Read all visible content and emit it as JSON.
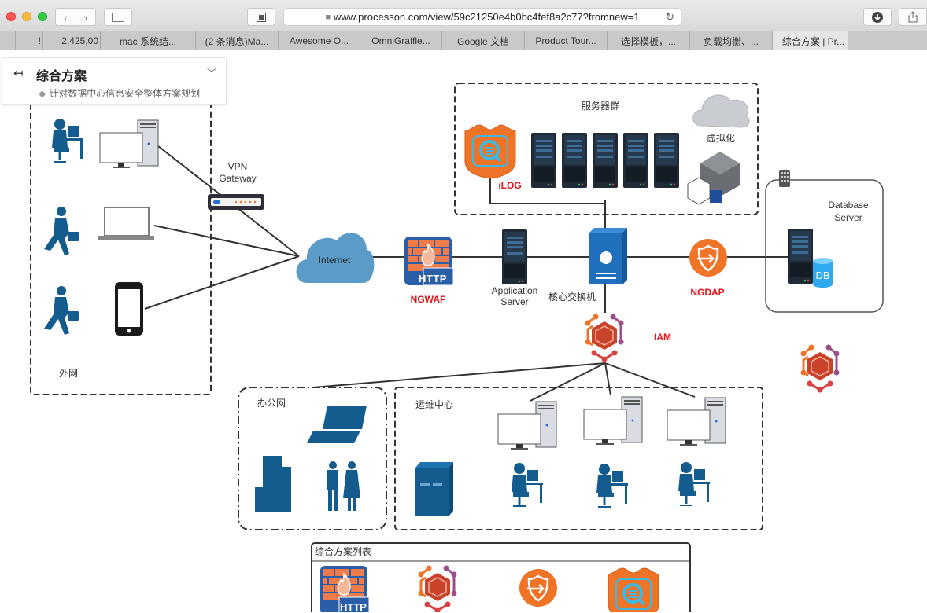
{
  "browser": {
    "url": "www.processon.com/view/59c21250e4b0bc4fef8a2c77?fromnew=1",
    "tabs": [
      {
        "label": ""
      },
      {
        "label": "!"
      },
      {
        "label": "2,425,00"
      },
      {
        "label": "mac 系统结..."
      },
      {
        "label": "(2 条消息)Ma..."
      },
      {
        "label": "Awesome O..."
      },
      {
        "label": "OmniGraffle..."
      },
      {
        "label": "Google 文档"
      },
      {
        "label": "Product Tour..."
      },
      {
        "label": "选择模板，..."
      },
      {
        "label": "负载均衡、..."
      },
      {
        "label": "综合方案 | Pr..."
      }
    ],
    "icons": {
      "back": "‹",
      "forward": "›",
      "sidebar": "sidebar-icon",
      "reader": "reader-icon",
      "lock": "🔒",
      "reload": "↻",
      "download": "download-icon",
      "share": "share-icon"
    }
  },
  "panel": {
    "back_icon": "↤",
    "title": "综合方案",
    "chevron": "﹀",
    "tag_icon": "◆",
    "tag": "针对数据中心信息安全整体方案规划"
  },
  "diagram": {
    "external_network": {
      "label": "外网"
    },
    "vpn_gateway": {
      "label_line1": "VPN",
      "label_line2": "Gateway"
    },
    "internet": {
      "label": "Internet"
    },
    "ngwaf": {
      "label": "NGWAF",
      "badge": "HTTP"
    },
    "app_server": {
      "label_line1": "Application",
      "label_line2": "Server"
    },
    "core_switch": {
      "label": "核心交换机"
    },
    "server_cluster": {
      "label": "服务器群"
    },
    "ilog": {
      "label": "iLOG"
    },
    "virtualization": {
      "label": "虚拟化"
    },
    "ngdap": {
      "label": "NGDAP"
    },
    "db_server": {
      "label_line1": "Database",
      "label_line2": "Server",
      "db_badge": "DB"
    },
    "iam": {
      "label": "IAM"
    },
    "office_network": {
      "label": "办公网"
    },
    "ops_center": {
      "label": "运维中心"
    },
    "solution_list": {
      "title": "综合方案列表",
      "badge": "HTTP"
    }
  },
  "colors": {
    "accent_red": "#e8131b",
    "icon_blue": "#145c8e",
    "orange": "#ef7428",
    "cloud_blue": "#5b9bc7",
    "server_dark": "#1f2a36"
  }
}
